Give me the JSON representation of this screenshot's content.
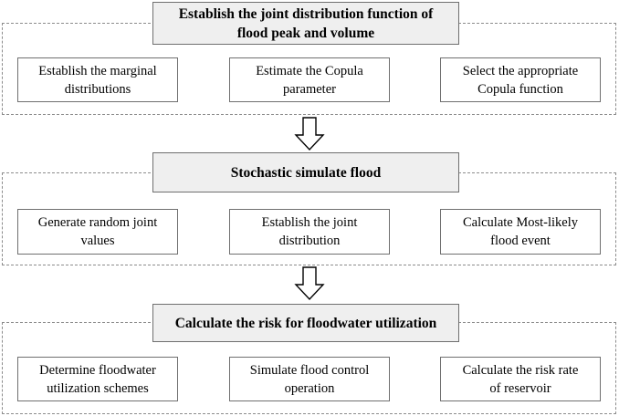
{
  "stages": [
    {
      "title": "Establish the joint distribution function of\nflood peak and volume",
      "tasks": [
        "Establish the marginal\ndistributions",
        "Estimate the Copula\nparameter",
        "Select the appropriate\nCopula function"
      ]
    },
    {
      "title": "Stochastic simulate  flood",
      "tasks": [
        "Generate random joint\nvalues",
        "Establish the joint\ndistribution",
        "Calculate Most-likely\nflood event"
      ]
    },
    {
      "title": "Calculate the risk for floodwater utilization",
      "tasks": [
        "Determine floodwater\nutilization schemes",
        "Simulate flood control\noperation",
        "Calculate the risk rate\nof  reservoir"
      ]
    }
  ]
}
